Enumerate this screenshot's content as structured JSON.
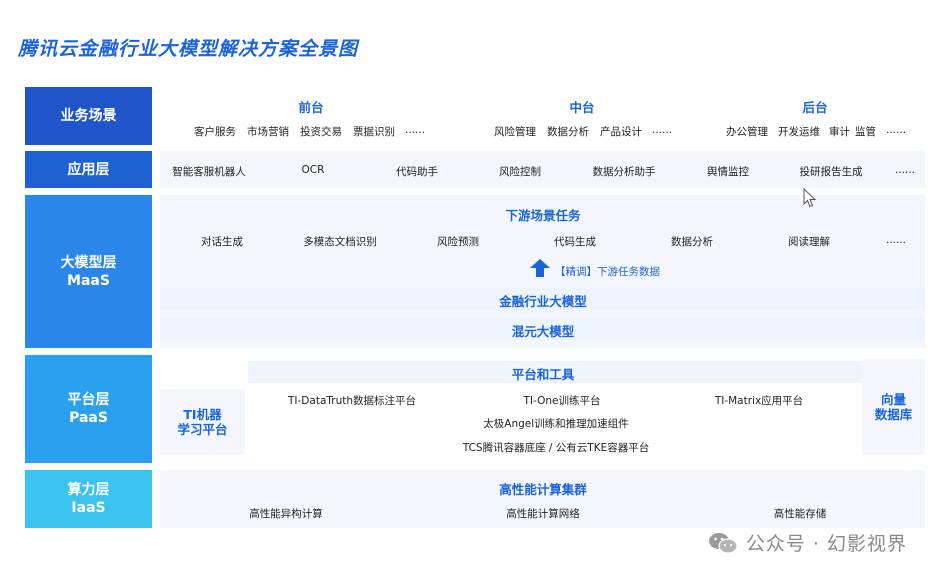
{
  "title": "腾讯云金融行业大模型解决方案全景图",
  "colors": {
    "business": "#1f55c8",
    "application": "#1f60d3",
    "model": "#2a86e8",
    "platform": "#2ba0ee",
    "compute": "#3bc2ee",
    "accent": "#1d63d8"
  },
  "business": {
    "label": "业务场景",
    "front": {
      "title": "前台",
      "items": [
        "客户服务",
        "市场营销",
        "投资交易",
        "票据识别",
        "......"
      ]
    },
    "middle": {
      "title": "中台",
      "items": [
        "风险管理",
        "数据分析",
        "产品设计",
        "......"
      ]
    },
    "back": {
      "title": "后台",
      "items": [
        "办公管理",
        "开发运维",
        "审计",
        "监管",
        "......"
      ]
    }
  },
  "application": {
    "label": "应用层",
    "items": [
      "智能客服机器人",
      "OCR",
      "代码助手",
      "风险控制",
      "数据分析助手",
      "舆情监控",
      "投研报告生成",
      "......"
    ]
  },
  "model": {
    "label": "大模型层",
    "sublabel": "MaaS",
    "downstream_title": "下游场景任务",
    "tasks": [
      "对话生成",
      "多模态文档识别",
      "风险预测",
      "代码生成",
      "数据分析",
      "阅读理解",
      "......"
    ],
    "finetune": "【精调】下游任务数据",
    "finance_model": "金融行业大模型",
    "base_model": "混元大模型"
  },
  "platform": {
    "label": "平台层",
    "sublabel": "PaaS",
    "title": "平台和工具",
    "left_box": [
      "TI机器",
      "学习平台"
    ],
    "right_box": [
      "向量",
      "数据库"
    ],
    "items": [
      "TI-DataTruth数据标注平台",
      "TI-One训练平台",
      "TI-Matrix应用平台",
      "太极Angel训练和推理加速组件",
      "TCS腾讯容器底座 / 公有云TKE容器平台"
    ]
  },
  "compute": {
    "label": "算力层",
    "sublabel": "IaaS",
    "title": "高性能计算集群",
    "items": [
      "高性能异构计算",
      "高性能计算网络",
      "高性能存储"
    ]
  },
  "watermark": "公众号 · 幻影视界"
}
